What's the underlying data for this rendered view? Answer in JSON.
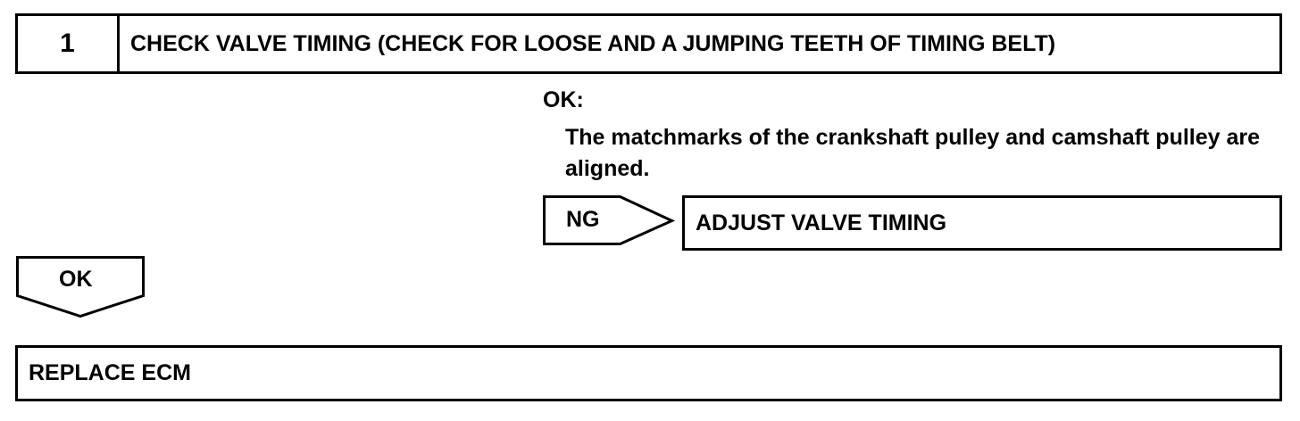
{
  "step": {
    "number": "1",
    "title": "CHECK VALVE TIMING (CHECK FOR LOOSE AND A JUMPING TEETH OF TIMING BELT)"
  },
  "condition": {
    "label": "OK:",
    "text": "The matchmarks of the crankshaft pulley and camshaft pulley are aligned."
  },
  "ng_branch": {
    "label": "NG",
    "action": "ADJUST VALVE TIMING"
  },
  "ok_branch": {
    "label": "OK",
    "action": "REPLACE ECM"
  }
}
